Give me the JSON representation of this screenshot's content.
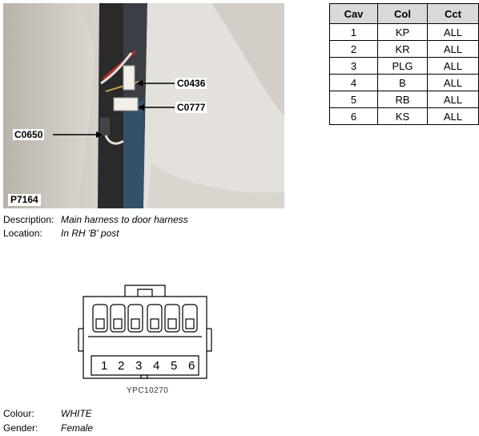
{
  "photo": {
    "id": "P7164",
    "callouts": [
      "C0436",
      "C0777",
      "C0650"
    ]
  },
  "pin_table": {
    "headers": [
      "Cav",
      "Col",
      "Cct"
    ],
    "rows": [
      {
        "cav": "1",
        "col": "KP",
        "cct": "ALL"
      },
      {
        "cav": "2",
        "col": "KR",
        "cct": "ALL"
      },
      {
        "cav": "3",
        "col": "PLG",
        "cct": "ALL"
      },
      {
        "cav": "4",
        "col": "B",
        "cct": "ALL"
      },
      {
        "cav": "5",
        "col": "RB",
        "cct": "ALL"
      },
      {
        "cav": "6",
        "col": "KS",
        "cct": "ALL"
      }
    ]
  },
  "details": {
    "description_label": "Description:",
    "description_value": "Main harness to door harness",
    "location_label": "Location:",
    "location_value": "In RH 'B' post"
  },
  "connector": {
    "pins": [
      "1",
      "2",
      "3",
      "4",
      "5",
      "6"
    ],
    "reference": "YPC10270"
  },
  "properties": {
    "colour_label": "Colour:",
    "colour_value": "WHITE",
    "gender_label": "Gender:",
    "gender_value": "Female"
  }
}
